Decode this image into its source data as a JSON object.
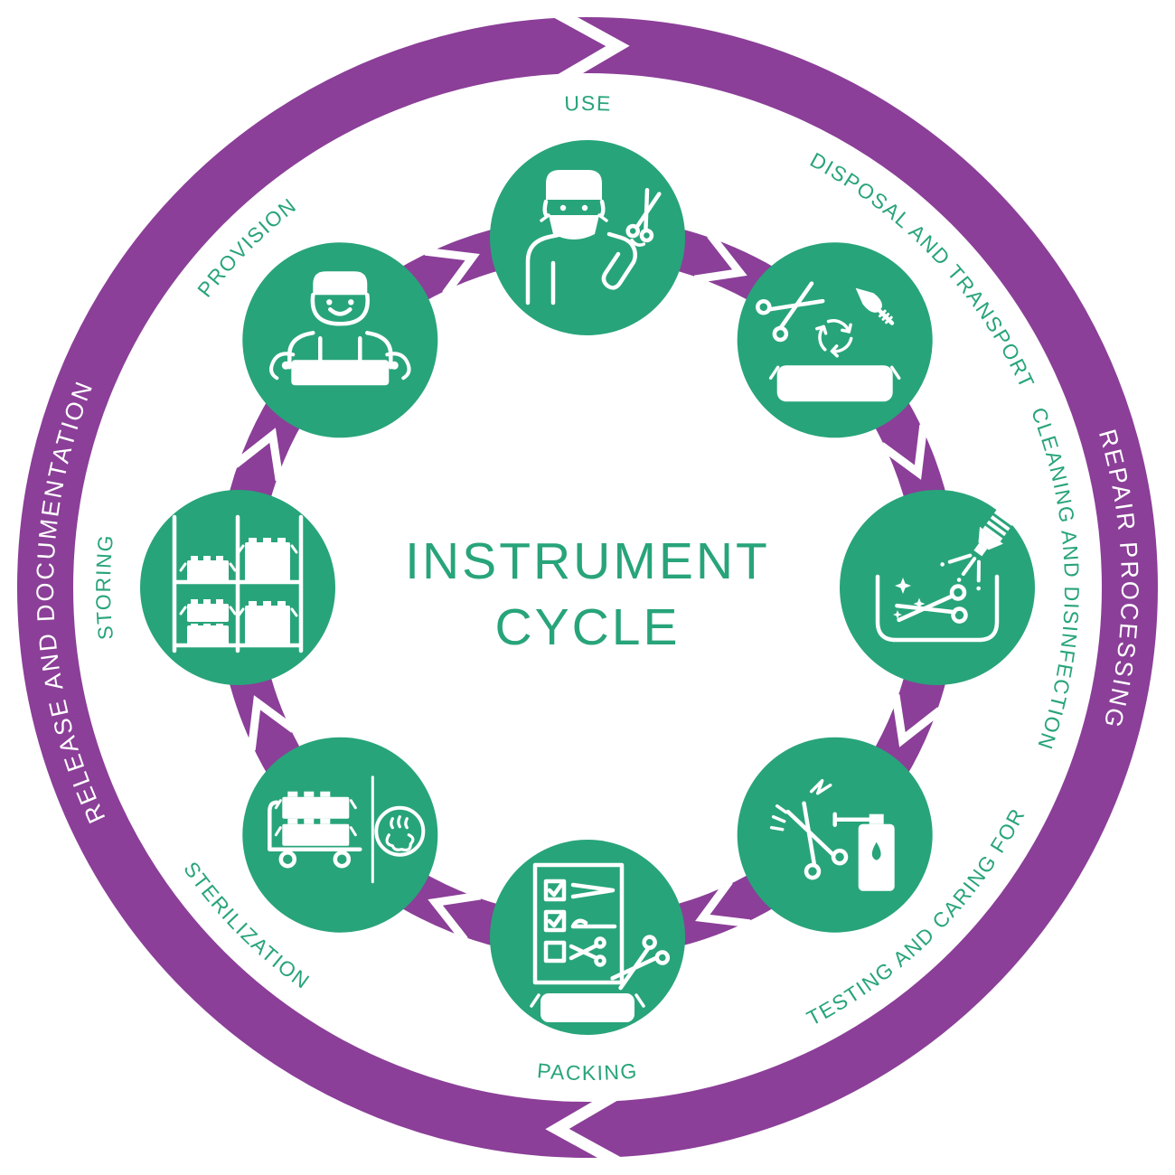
{
  "title": {
    "line1": "INSTRUMENT",
    "line2": "CYCLE"
  },
  "flow_direction": "clockwise",
  "colors": {
    "green": "#28A47A",
    "purple": "#8B3F98",
    "background": "#FFFFFF",
    "icon_stroke": "#FFFFFF"
  },
  "outer_ring": {
    "labels": [
      {
        "label": "RELEASE AND DOCUMENTATION",
        "position": "left"
      },
      {
        "label": "REPAIR PROCESSING",
        "position": "right"
      }
    ]
  },
  "stages": [
    {
      "label": "USE",
      "icon": "surgeon-with-scissors-icon",
      "position": "top"
    },
    {
      "label": "DISPOSAL AND TRANSPORT",
      "icon": "instruments-recycle-tray-icon",
      "position": "top-right"
    },
    {
      "label": "CLEANING AND DISINFECTION",
      "icon": "spray-nozzle-basin-icon",
      "position": "right"
    },
    {
      "label": "TESTING AND CARING FOR",
      "icon": "scissors-oil-can-icon",
      "position": "bottom-right"
    },
    {
      "label": "PACKING",
      "icon": "checklist-scissors-tray-icon",
      "position": "bottom"
    },
    {
      "label": "STERILIZATION",
      "icon": "sterilizer-cart-steam-icon",
      "position": "bottom-left"
    },
    {
      "label": "STORING",
      "icon": "shelf-containers-icon",
      "position": "left"
    },
    {
      "label": "PROVISION",
      "icon": "person-with-tray-icon",
      "position": "top-left"
    }
  ]
}
